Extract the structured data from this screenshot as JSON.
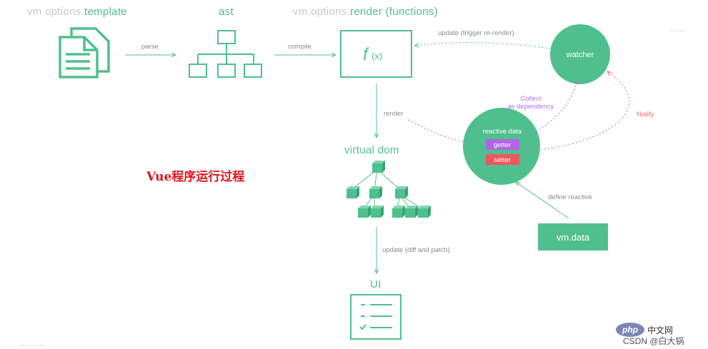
{
  "titles": {
    "template_prefix": "vm.options.",
    "template_main": "template",
    "ast": "ast",
    "render_prefix": "vm.options.",
    "render_main": "render (functions)",
    "virtual_dom": "virtual dom",
    "ui": "UI"
  },
  "edges": {
    "parse": "parse",
    "compile": "compile",
    "update_trigger": "update (trigger re-render)",
    "collect_line1": "Collect",
    "collect_line2": "as dependency",
    "render": "render",
    "notify": "Notify",
    "define_reactive": "define reactive",
    "update_diff": "update (diff and patch)"
  },
  "nodes": {
    "fx_f": "f",
    "fx_x": "(x)",
    "watcher": "watcher",
    "reactive_data": "reactive data",
    "getter": "getter",
    "setter": "setter",
    "vm_data": "vm.data"
  },
  "caption": "Vue程序运行过程",
  "watermark": {
    "badge": "php",
    "site": "中文网",
    "bottom": "CSDN @白大锅"
  },
  "colors": {
    "green": "#4fc08d",
    "gray_text": "#c8c8c8",
    "edge_label": "#8b8b8b",
    "purple": "#b36ee0",
    "red": "#ee6a6a",
    "getter_bg": "#b265e6",
    "setter_bg": "#f0575d",
    "caption_red": "#e0141e"
  }
}
